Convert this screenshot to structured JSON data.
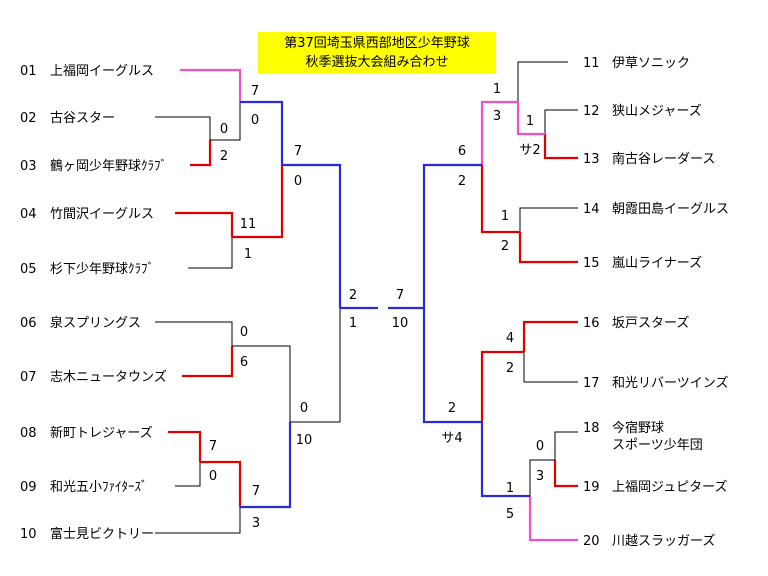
{
  "title": {
    "line1": "第37回埼玉県西部地区少年野球",
    "line2": "秋季選抜大会組み合わせ"
  },
  "colors": {
    "win": "#e00000",
    "upper": "#2a2ad8",
    "pink": "#f050c8",
    "line": "#000000",
    "title_bg": "#ffff00"
  },
  "teams_left": [
    {
      "no": "01",
      "name": "上福岡イーグルス"
    },
    {
      "no": "02",
      "name": "古谷スター"
    },
    {
      "no": "03",
      "name": "鶴ヶ岡少年野球ｸﾗﾌﾞ"
    },
    {
      "no": "04",
      "name": "竹間沢イーグルス"
    },
    {
      "no": "05",
      "name": "杉下少年野球ｸﾗﾌﾞ"
    },
    {
      "no": "06",
      "name": "泉スプリングス"
    },
    {
      "no": "07",
      "name": "志木ニュータウンズ"
    },
    {
      "no": "08",
      "name": "新町トレジャーズ"
    },
    {
      "no": "09",
      "name": "和光五小ﾌｧｲﾀｰｽﾞ"
    },
    {
      "no": "10",
      "name": "富士見ビクトリー"
    }
  ],
  "teams_right": [
    {
      "no": "11",
      "name": "伊草ソニック"
    },
    {
      "no": "12",
      "name": "狭山メジャーズ"
    },
    {
      "no": "13",
      "name": "南古谷レーダース"
    },
    {
      "no": "14",
      "name": "朝霞田島イーグルス"
    },
    {
      "no": "15",
      "name": "嵐山ライナーズ"
    },
    {
      "no": "16",
      "name": "坂戸スターズ"
    },
    {
      "no": "17",
      "name": "和光リバーツインズ"
    },
    {
      "no": "18",
      "name": "今宿野球",
      "name2": "スポーツ少年団"
    },
    {
      "no": "19",
      "name": "上福岡ジュピターズ"
    },
    {
      "no": "20",
      "name": "川越スラッガーズ"
    }
  ],
  "scores": {
    "g_0203": [
      "0",
      "2"
    ],
    "g_01_0203": [
      "7",
      "0"
    ],
    "g_0405": [
      "11",
      "1"
    ],
    "g_A_B": [
      "7",
      "0"
    ],
    "g_0607": [
      "0",
      "6"
    ],
    "g_0809": [
      "7",
      "0"
    ],
    "g_0809_10": [
      "7",
      "3"
    ],
    "g_0607_C": [
      "0",
      "10"
    ],
    "semi_left": [
      "2",
      "1"
    ],
    "final": [
      "7",
      "10"
    ],
    "g_1213": [
      "1",
      "サ2"
    ],
    "g_11_1213": [
      "1",
      "3"
    ],
    "g_1415": [
      "1",
      "2"
    ],
    "g_D_E": [
      "6",
      "2"
    ],
    "g_1617": [
      "4",
      "2"
    ],
    "g_1819": [
      "0",
      "3"
    ],
    "g_1819_20": [
      "1",
      "5"
    ],
    "g_F_G": [
      "2",
      "サ4"
    ]
  }
}
